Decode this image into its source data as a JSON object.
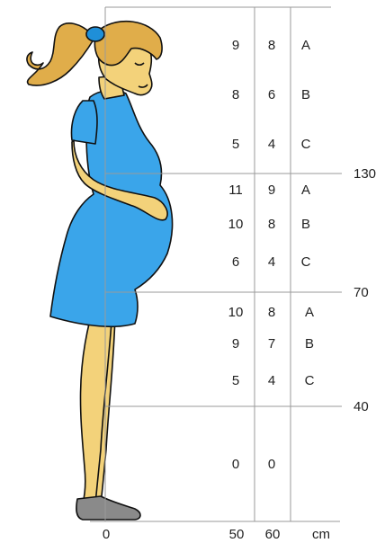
{
  "zones": [
    {
      "boundary_label": "130",
      "rows": [
        {
          "col50": "9",
          "col60": "8",
          "letter": "A"
        },
        {
          "col50": "8",
          "col60": "6",
          "letter": "B"
        },
        {
          "col50": "5",
          "col60": "4",
          "letter": "C"
        }
      ]
    },
    {
      "boundary_label": "70",
      "rows": [
        {
          "col50": "11",
          "col60": "9",
          "letter": "A"
        },
        {
          "col50": "10",
          "col60": "8",
          "letter": "B"
        },
        {
          "col50": "6",
          "col60": "4",
          "letter": "C"
        }
      ]
    },
    {
      "boundary_label": "40",
      "rows": [
        {
          "col50": "10",
          "col60": "8",
          "letter": "A"
        },
        {
          "col50": "9",
          "col60": "7",
          "letter": "B"
        },
        {
          "col50": "5",
          "col60": "4",
          "letter": "C"
        }
      ]
    },
    {
      "boundary_label": "",
      "rows": [
        {
          "col50": "0",
          "col60": "0",
          "letter": ""
        }
      ]
    }
  ],
  "x_axis": {
    "origin_label": "0",
    "col50_label": "50",
    "col60_label": "60",
    "unit_label": "cm"
  },
  "colors": {
    "dress": "#3aa5ea",
    "skin": "#f3d27a",
    "hair": "#e0ad4a",
    "hair_tie": "#1f8fd8",
    "shoe": "#8a8a8a",
    "outline": "#111111",
    "grid": "#9a9a9a"
  }
}
